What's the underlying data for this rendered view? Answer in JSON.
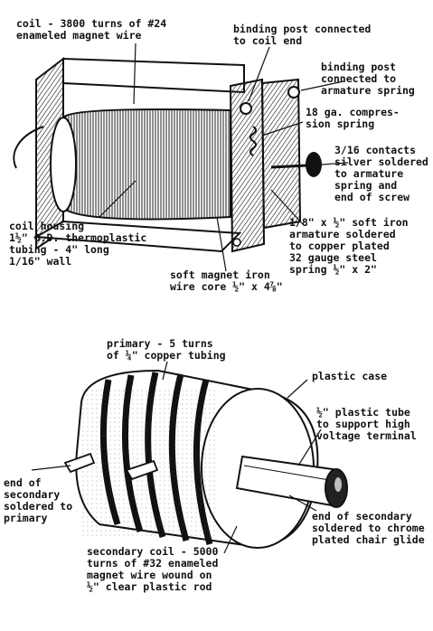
{
  "top_figure": {
    "labels": {
      "coil": [
        "coil - 3800 turns of #24",
        "enameled magnet wire"
      ],
      "binding_post_coil": [
        "binding post connected",
        "to coil end"
      ],
      "binding_post_armature": [
        "binding post",
        "connected to",
        "armature spring"
      ],
      "compression_spring": [
        "18 ga. compres-",
        "sion spring"
      ],
      "contacts": [
        "3/16 contacts",
        "silver soldered",
        "to armature",
        "spring and",
        "end of screw"
      ],
      "coil_housing": [
        "coil housing",
        "1½\" O.D. thermoplastic",
        "tubing - 4\" long",
        "1/16\" wall"
      ],
      "armature": [
        "1/8\" x ½\" soft iron",
        "armature soldered",
        "to copper plated",
        "32 gauge steel",
        "spring  ½\" x 2\""
      ],
      "core": [
        "soft magnet iron",
        "wire core ½\" x 4⅞\""
      ]
    }
  },
  "bottom_figure": {
    "labels": {
      "primary": [
        "primary - 5 turns",
        "of ¼\" copper tubing"
      ],
      "case": [
        "plastic case"
      ],
      "tube": [
        "½\" plastic tube",
        "to support high",
        "voltage terminal"
      ],
      "secondary_end_left": [
        "end of",
        "secondary",
        "soldered to",
        "primary"
      ],
      "secondary_end_right": [
        "end of secondary",
        "soldered to chrome",
        "plated chair glide"
      ],
      "secondary_coil": [
        "secondary coil - 5000",
        "turns of #32 enameled",
        "magnet wire wound on",
        "½\" clear plastic rod"
      ]
    }
  }
}
